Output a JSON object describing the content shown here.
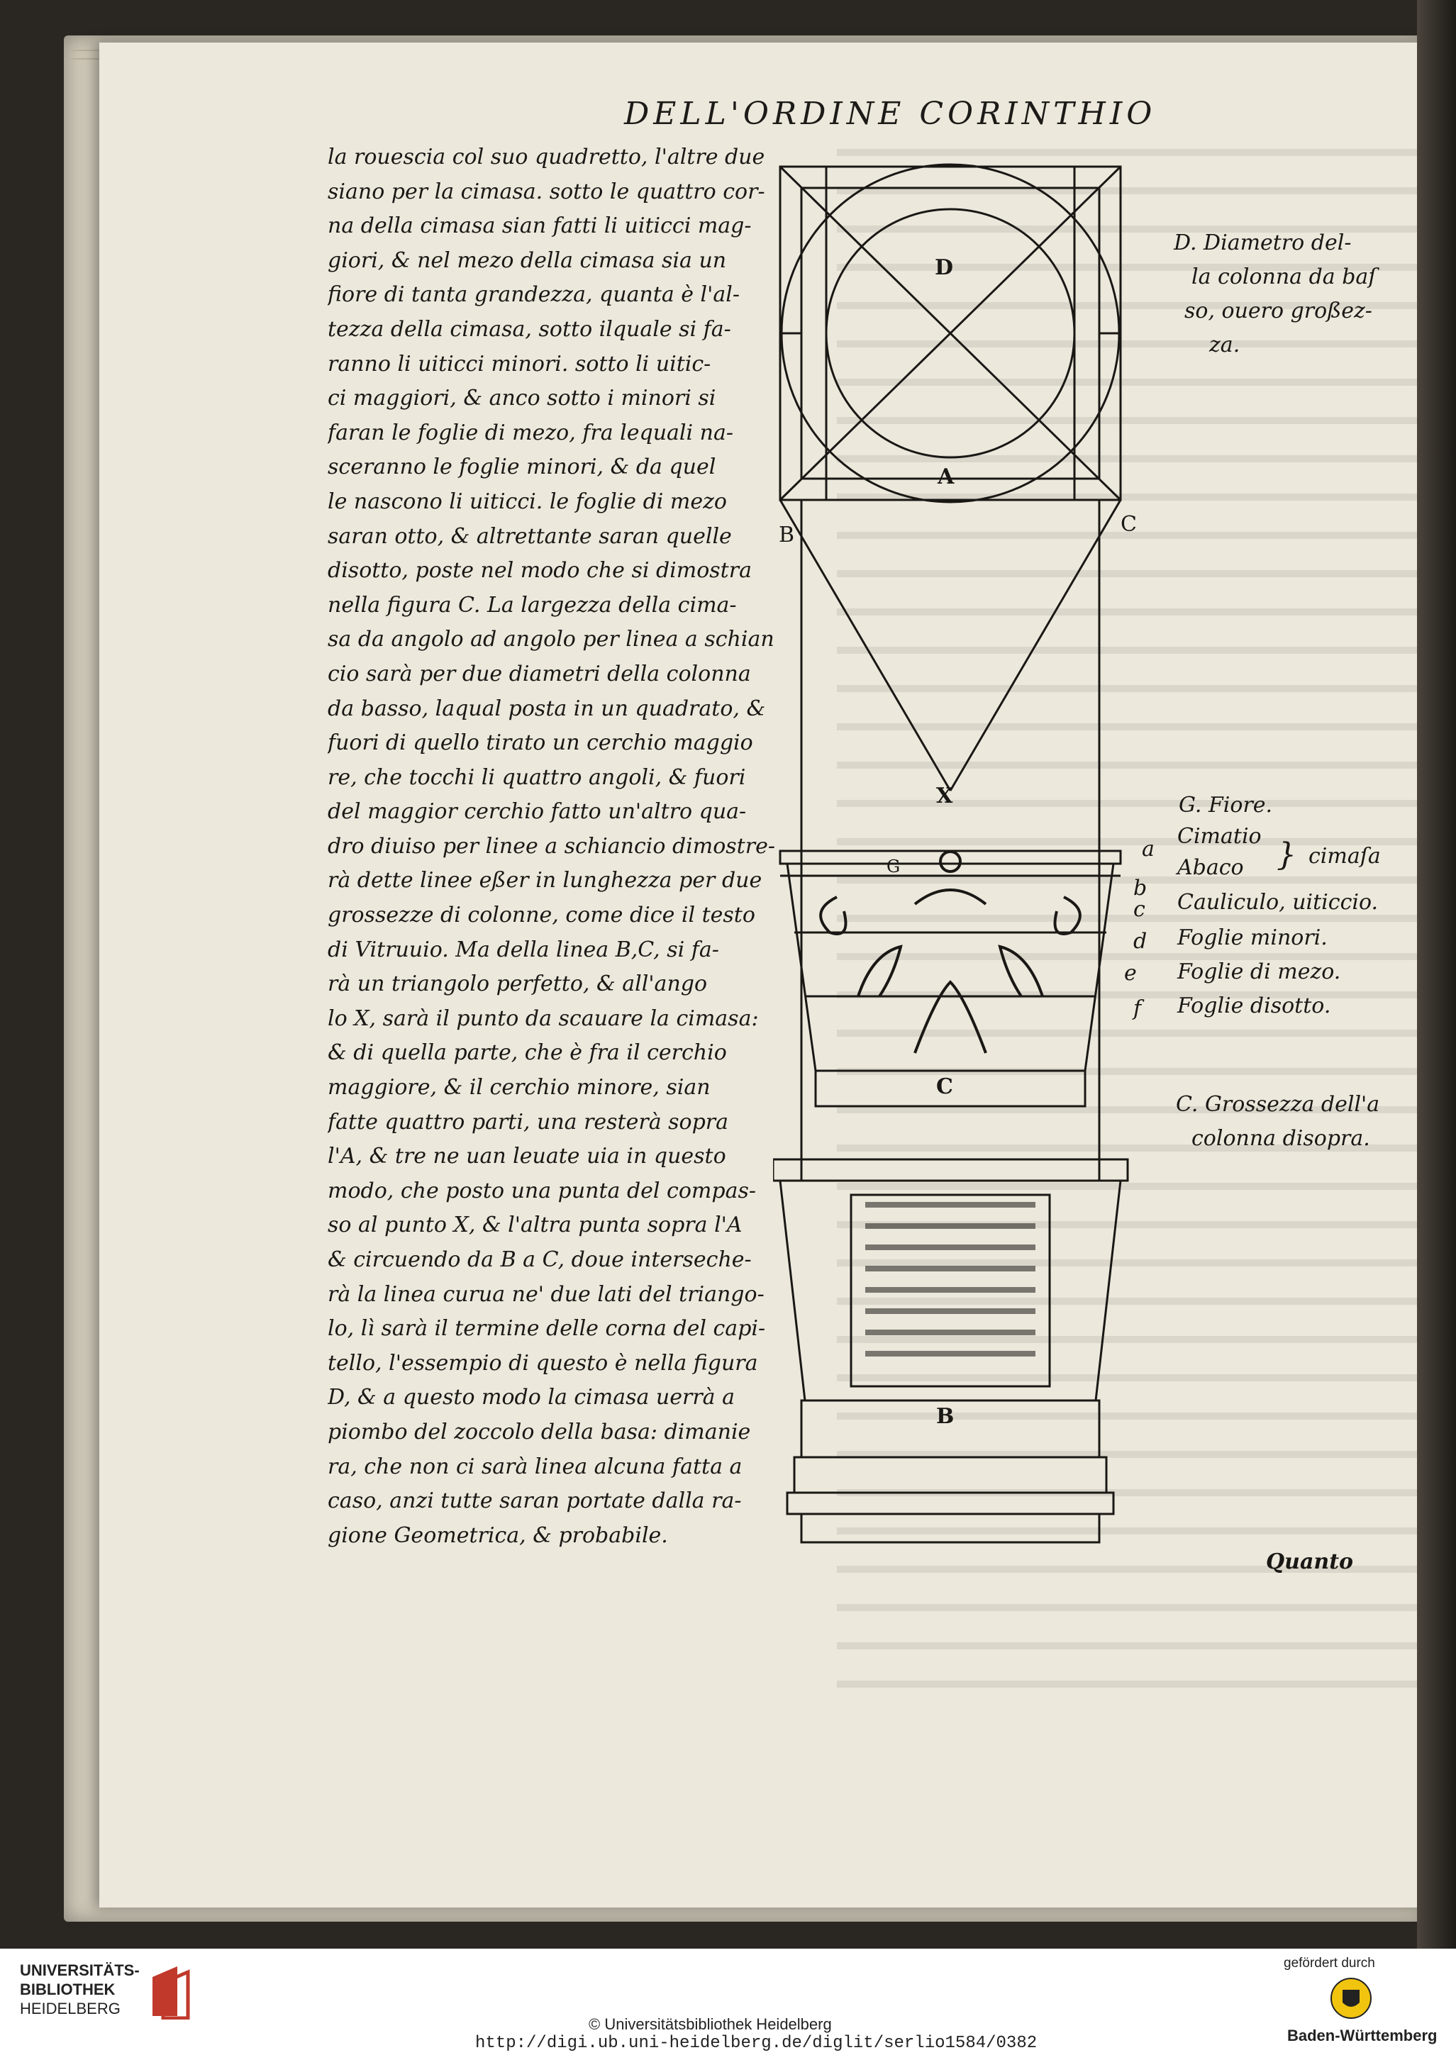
{
  "document": {
    "running_head": "DELL'ORDINE CORINTHIO",
    "body_lines": [
      "la rouescia col suo quadretto, l'altre due",
      "siano per la cimasa. sotto le quattro cor-",
      "na della cimasa sian fatti li uiticci mag-",
      "giori, & nel mezo della cimasa sia un",
      "fiore di tanta grandezza, quanta è l'al-",
      "tezza della cimasa, sotto ilquale si fa-",
      "ranno li uiticci minori. sotto li uitic-",
      "ci maggiori, & anco sotto i minori si",
      "faran le foglie di mezo, fra lequali na-",
      "sceranno le foglie minori, & da quel",
      "le nascono li uiticci. le foglie di mezo",
      "saran otto, & altrettante saran quelle",
      "disotto, poste nel modo che si dimostra",
      "nella figura C. La largezza della cima-",
      "sa da angolo ad angolo per linea a schian",
      "cio sarà per due diametri della colonna",
      "da basso, laqual posta in un quadrato, &",
      "fuori di quello tirato un cerchio maggio",
      "re, che tocchi li quattro angoli, & fuori",
      "del maggior cerchio fatto un'altro qua-",
      "dro diuiso per linee a schiancio dimostre-",
      "rà dette linee eßer in lunghezza per due",
      "grossezze di colonne, come dice il testo",
      "di Vitruuio. Ma della linea B,C, si fa-",
      "rà un triangolo perfetto, & all'ango",
      "lo X, sarà il punto da scauare la cimasa:",
      "& di quella parte, che è fra il cerchio",
      "maggiore, & il cerchio minore, sian",
      "fatte quattro parti, una resterà sopra",
      "l'A, & tre ne uan leuate uia in questo",
      "modo, che posto una punta del compas-",
      "so al punto X, & l'altra punta sopra l'A",
      "& circuendo da B a C, doue interseche-",
      "rà la linea curua ne' due lati del triango-",
      "lo, lì sarà il termine delle corna del capi-",
      "tello, l'essempio di questo è nella figura",
      "D, & a questo modo la cimasa uerrà a",
      "piombo del zoccolo della basa: dimanie",
      "ra, che non ci sarà linea alcuna fatta a",
      "caso, anzi tutte saran portate dalla ra-",
      "gione Geometrica, & probabile."
    ],
    "captions": {
      "d_line1": "D. Diametro del-",
      "d_line2": "la colonna da baſ",
      "d_line3": "so, ouero großez-",
      "d_line4": "za.",
      "g": "G. Fiore.",
      "cimatio": "Cimatio",
      "abaco": "Abaco",
      "cimasa": "cimaſa",
      "c_label": "Cauliculo, uiticcio.",
      "d_label": "Foglie minori.",
      "e_label": "Foglie di mezo.",
      "f_label": "Foglie disotto.",
      "grossezza1": "C. Grossezza dell'a",
      "grossezza2": "colonna disopra."
    },
    "figure_letters": {
      "D": "D",
      "A": "A",
      "B": "B",
      "C": "C",
      "X": "X",
      "G": "G",
      "C_low": "C",
      "B_low": "B",
      "a": "a",
      "b": "b",
      "c": "c",
      "d": "d",
      "e": "e",
      "f": "f"
    },
    "catchword": "Quanto"
  },
  "footer": {
    "library_name_1": "UNIVERSITÄTS-",
    "library_name_2": "BIBLIOTHEK",
    "library_name_3": "HEIDELBERG",
    "copyright": "© Universitätsbibliothek Heidelberg",
    "url": "http://digi.ub.uni-heidelberg.de/diglit/serlio1584/0382",
    "funded_by": "gefördert durch",
    "funder": "Baden-Württemberg"
  }
}
